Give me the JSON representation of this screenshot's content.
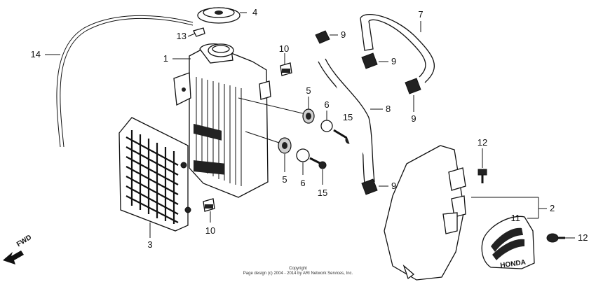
{
  "callouts": {
    "c1": "1",
    "c2": "2",
    "c3": "3",
    "c4": "4",
    "c5a": "5",
    "c5b": "5",
    "c6a": "6",
    "c6b": "6",
    "c7": "7",
    "c8": "8",
    "c9a": "9",
    "c9b": "9",
    "c9c": "9",
    "c9d": "9",
    "c10a": "10",
    "c10b": "10",
    "c11": "11",
    "c12a": "12",
    "c12b": "12",
    "c13": "13",
    "c14": "14",
    "c15a": "15",
    "c15b": "15"
  },
  "fwd_label": "FWD",
  "copyright": {
    "line1": "Copyright",
    "line2": "Page design (c) 2004 - 2014 by ARI Network Services, Inc."
  },
  "emblem_text": "HONDA"
}
